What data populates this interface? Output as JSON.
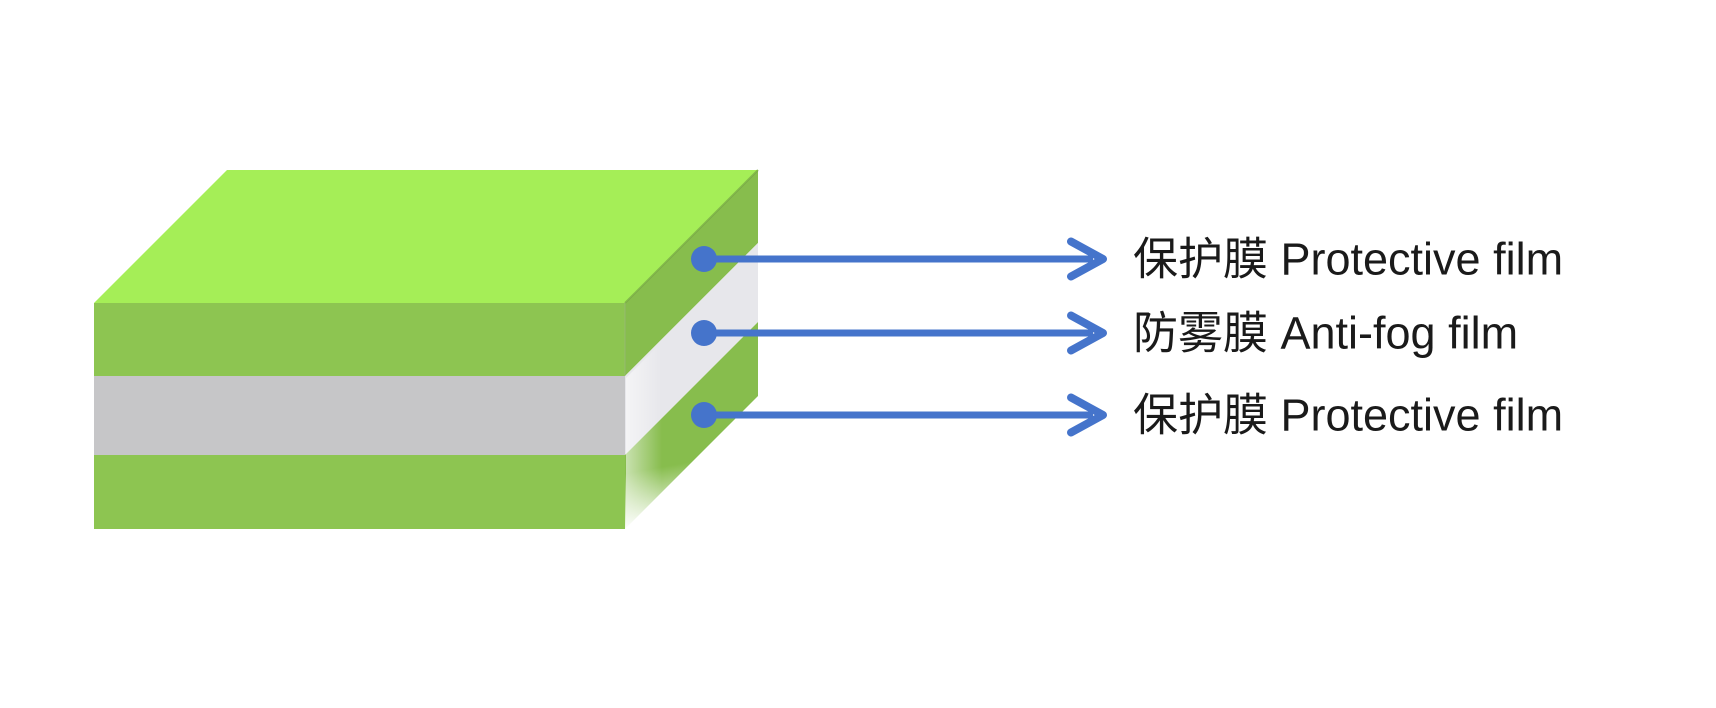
{
  "page": {
    "background": "#ffffff"
  },
  "diagram": {
    "type": "layered-film-stack-with-callouts",
    "colors": {
      "top_face": "#a5ee57",
      "arrow": "#4574cb",
      "edge": "#76a743",
      "corner_edge": "#9fb28c",
      "text": "#1a1a1a"
    },
    "layers": [
      {
        "id": "top-protective-film",
        "label": "保护膜 Protective film",
        "front_color": "#8dc551",
        "side_color": "#87bd4d"
      },
      {
        "id": "anti-fog-film",
        "label": "防雾膜 Anti-fog film",
        "front_color": "#c6c6c8",
        "side_color": "#e7e7eb"
      },
      {
        "id": "bottom-protective-film",
        "label": "保护膜 Protective film",
        "front_color": "#8dc551",
        "side_color": "#87bd4d"
      }
    ]
  }
}
